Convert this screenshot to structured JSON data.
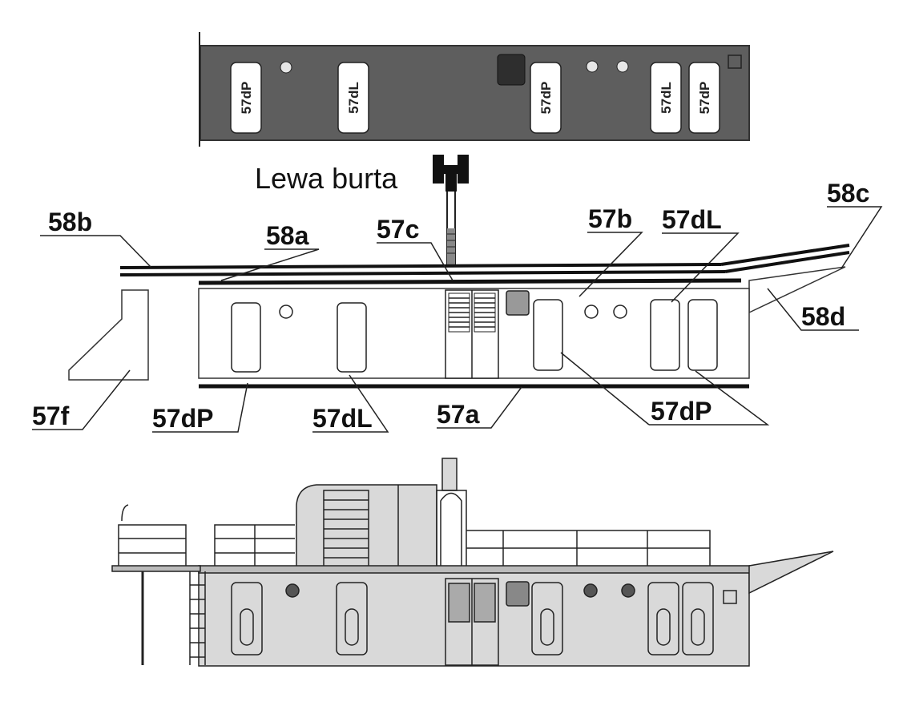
{
  "colors": {
    "panel_dark": "#5e5e5e",
    "plate_white": "#ffffff",
    "ink": "#111111",
    "drawing_fill": "#d9d9d9",
    "drawing_stroke": "#222222"
  },
  "icons": {
    "flag": "gantry-symbol-icon"
  },
  "top_panel": {
    "plates": [
      "57dP",
      "57dL",
      "57dP",
      "57dL",
      "57dP"
    ]
  },
  "side_note": "Lewa burta",
  "part_labels": {
    "p58b": "58b",
    "p58a": "58a",
    "p57c": "57c",
    "p57b": "57b",
    "p57dL_top": "57dL",
    "p58c": "58c",
    "p58d": "58d",
    "p57f": "57f",
    "p57dP_left": "57dP",
    "p57dL_bottom": "57dL",
    "p57a": "57a",
    "p57dP_right": "57dP"
  }
}
